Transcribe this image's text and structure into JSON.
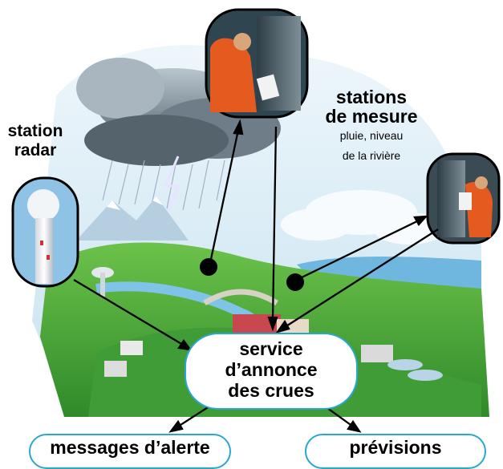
{
  "labels": {
    "radar_line1": "station",
    "radar_line2": "radar",
    "mesure_line1": "stations",
    "mesure_line2": "de mesure",
    "mesure_sub1": "pluie, niveau",
    "mesure_sub2": "de la rivière",
    "service_line1": "service",
    "service_line2": "d’annonce",
    "service_line3": "des crues",
    "alert": "messages d’alerte",
    "forecast": "prévisions"
  },
  "colors": {
    "box_border": "#2aa7cf",
    "arrow": "#000000"
  }
}
